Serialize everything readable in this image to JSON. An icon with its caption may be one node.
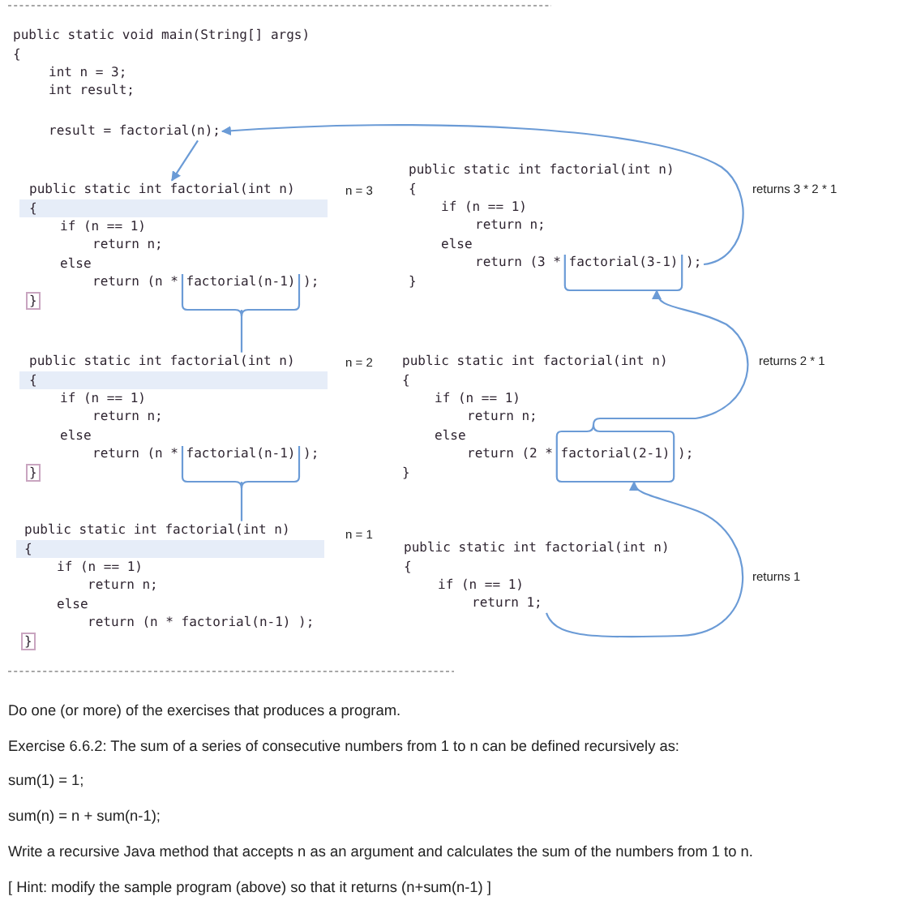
{
  "diagram": {
    "nodes": [
      {
        "text": [
          "public static void main(String[] args)",
          "{",
          "int n = 3;",
          "int result;"
        ]
      },
      {
        "text": [
          "result = factorial(n);"
        ],
        "in": 0
      },
      {
        "text": [
          "public static int factorial(int n)",
          "{",
          "if (n == 1)",
          "return n;",
          "else",
          "return (n * factorial(n-1) );",
          "}"
        ]
      },
      {
        "text": [
          "public static int factorial(int n)",
          "{",
          "if (n == 1)",
          "return n;",
          "else",
          "return (3 * factorial(3-1) );",
          "}"
        ]
      },
      {
        "text": [
          "public static int factorial(int n)",
          "{",
          "if (n == 1)",
          "return n;",
          "else",
          "return (n * factorial(n-1) );",
          "}"
        ]
      },
      {
        "text": [
          "public static int factorial(int n)",
          "{",
          "if (n == 1)",
          "return n;",
          "else",
          "return (2 * factorial(2-1) );",
          "}"
        ]
      },
      {
        "text": [
          "public static int factorial(int n)",
          "{",
          "if (n == 1)",
          "return n;",
          "else",
          "return (n * factorial(n-1) );",
          "}"
        ]
      },
      {
        "text": [
          "public static int factorial(int n)",
          "{",
          "if (n == 1)",
          "return 1;"
        ]
      }
    ],
    "edges": [
      {
        "from": 1,
        "to": 2,
        "arrow": "to"
      },
      {
        "from": 2,
        "to": 4,
        "arrow": "none"
      },
      {
        "from": 4,
        "to": 6,
        "arrow": "none"
      },
      {
        "from": 7,
        "to": 5,
        "arrow": "to",
        "label": "returns 1"
      },
      {
        "from": 5,
        "to": 3,
        "arrow": "to",
        "label": "returns 2 * 1"
      },
      {
        "from": 3,
        "to": 1,
        "arrow": "to",
        "label": "returns 3 * 2 * 1"
      }
    ],
    "labels": [
      "n = 3",
      "n = 2",
      "n = 1",
      "Do one (or more) of the exercises that produces a program.",
      "Exercise 6.6.2: The sum of a series of consecutive numbers from 1 to n can be defined recursively as:",
      "sum(1) = 1;",
      "sum(n) = n + sum(n-1);",
      "Write a recursive Java method that accepts n as an argument and calculates the sum of the numbers from 1 to n.",
      "[ Hint: modify the sample program (above) so that it returns (n+sum(n-1) ]"
    ]
  }
}
